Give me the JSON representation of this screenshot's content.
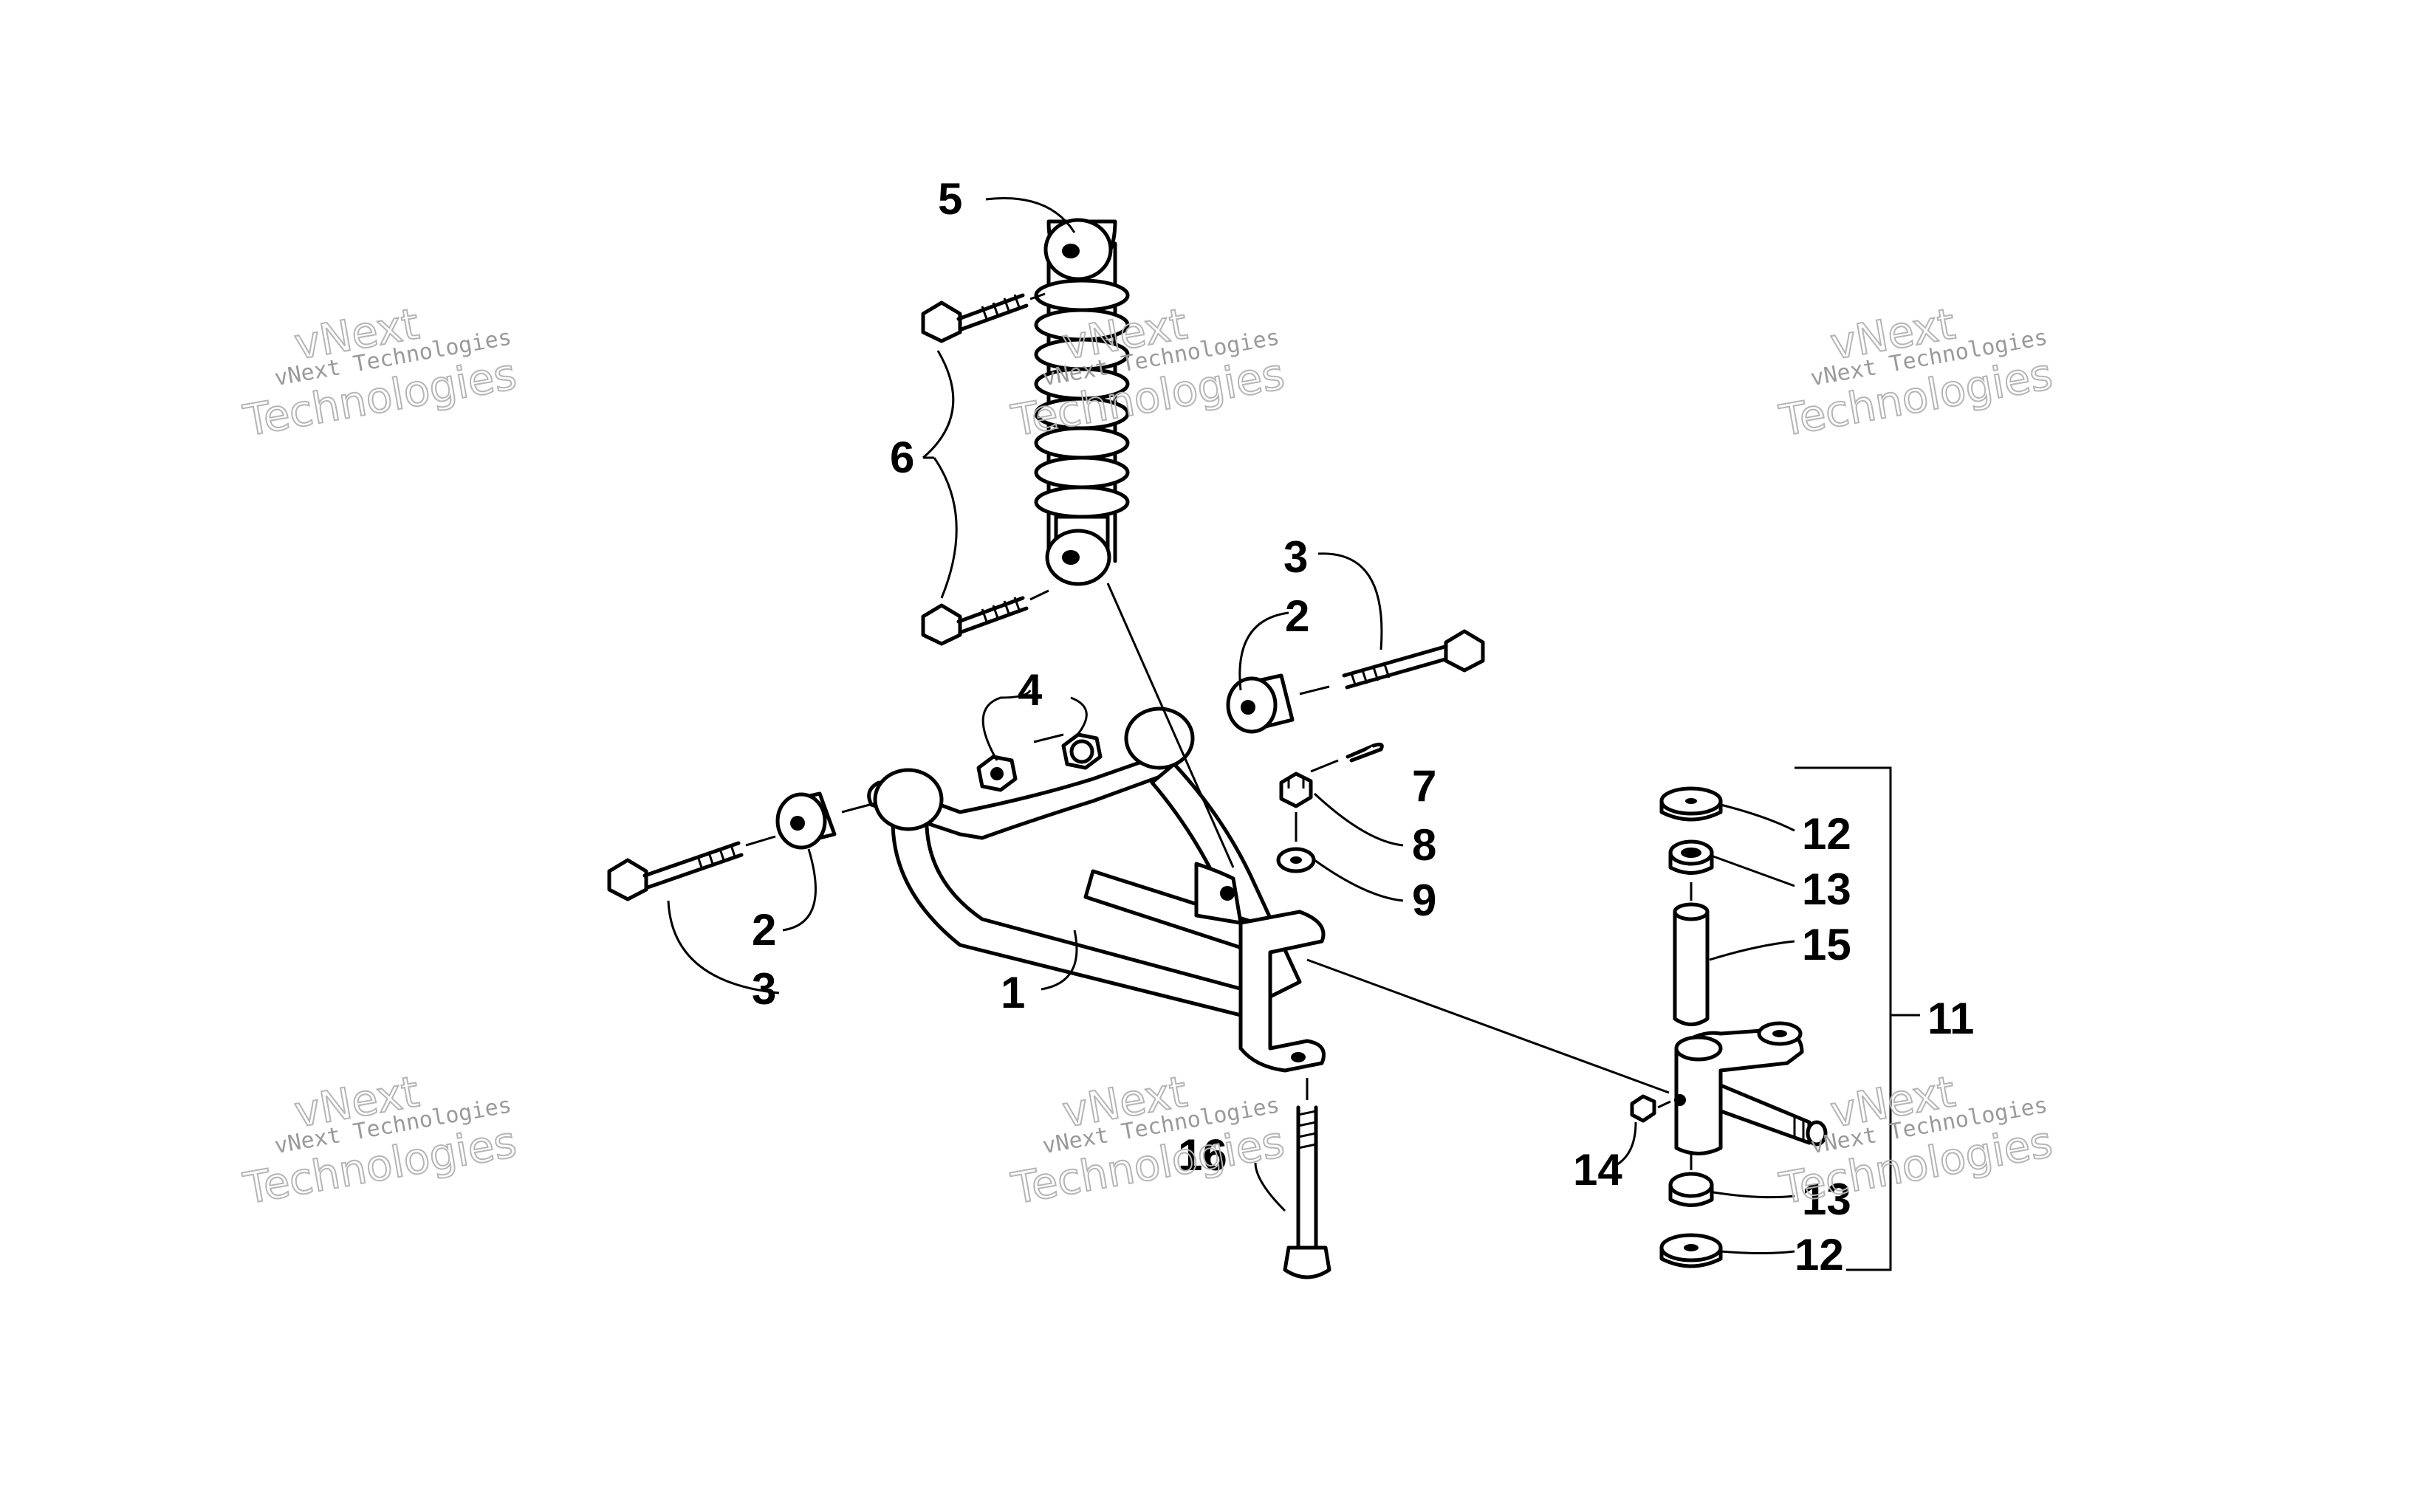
{
  "diagram": {
    "callouts": [
      {
        "id": "c1",
        "label": "1"
      },
      {
        "id": "c2a",
        "label": "2"
      },
      {
        "id": "c2b",
        "label": "2"
      },
      {
        "id": "c3a",
        "label": "3"
      },
      {
        "id": "c3b",
        "label": "3"
      },
      {
        "id": "c4",
        "label": "4"
      },
      {
        "id": "c5",
        "label": "5"
      },
      {
        "id": "c6",
        "label": "6"
      },
      {
        "id": "c7",
        "label": "7"
      },
      {
        "id": "c8",
        "label": "8"
      },
      {
        "id": "c9",
        "label": "9"
      },
      {
        "id": "c11",
        "label": "11"
      },
      {
        "id": "c12a",
        "label": "12"
      },
      {
        "id": "c12b",
        "label": "12"
      },
      {
        "id": "c13a",
        "label": "13"
      },
      {
        "id": "c13b",
        "label": "13"
      },
      {
        "id": "c14",
        "label": "14"
      },
      {
        "id": "c15",
        "label": "15"
      },
      {
        "id": "c16",
        "label": "16"
      }
    ],
    "watermark": {
      "line_small": "vNext Technologies",
      "line_top": "vNext",
      "line_bottom": "Technologies"
    }
  }
}
